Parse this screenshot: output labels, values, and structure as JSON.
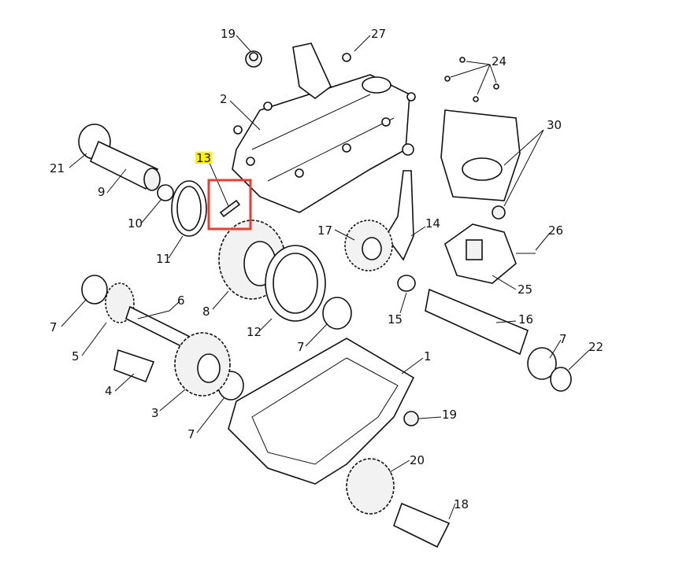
{
  "diagram": {
    "highlighted_part": "13",
    "highlight_color": "#fff200",
    "box_color": "#f03a2e",
    "callouts": [
      {
        "id": "c19a",
        "label": "19"
      },
      {
        "id": "c27",
        "label": "27"
      },
      {
        "id": "c24",
        "label": "24"
      },
      {
        "id": "c2",
        "label": "2"
      },
      {
        "id": "c30",
        "label": "30"
      },
      {
        "id": "c13",
        "label": "13"
      },
      {
        "id": "c21",
        "label": "21"
      },
      {
        "id": "c9",
        "label": "9"
      },
      {
        "id": "c10",
        "label": "10"
      },
      {
        "id": "c17",
        "label": "17"
      },
      {
        "id": "c14",
        "label": "14"
      },
      {
        "id": "c26",
        "label": "26"
      },
      {
        "id": "c11",
        "label": "11"
      },
      {
        "id": "c25",
        "label": "25"
      },
      {
        "id": "c8",
        "label": "8"
      },
      {
        "id": "c6",
        "label": "6"
      },
      {
        "id": "c7a",
        "label": "7"
      },
      {
        "id": "c12",
        "label": "12"
      },
      {
        "id": "c15",
        "label": "15"
      },
      {
        "id": "c16",
        "label": "16"
      },
      {
        "id": "c7b",
        "label": "7"
      },
      {
        "id": "c7c",
        "label": "7"
      },
      {
        "id": "c22",
        "label": "22"
      },
      {
        "id": "c5",
        "label": "5"
      },
      {
        "id": "c1",
        "label": "1"
      },
      {
        "id": "c4",
        "label": "4"
      },
      {
        "id": "c3",
        "label": "3"
      },
      {
        "id": "c7d",
        "label": "7"
      },
      {
        "id": "c19b",
        "label": "19"
      },
      {
        "id": "c20",
        "label": "20"
      },
      {
        "id": "c18",
        "label": "18"
      }
    ]
  }
}
